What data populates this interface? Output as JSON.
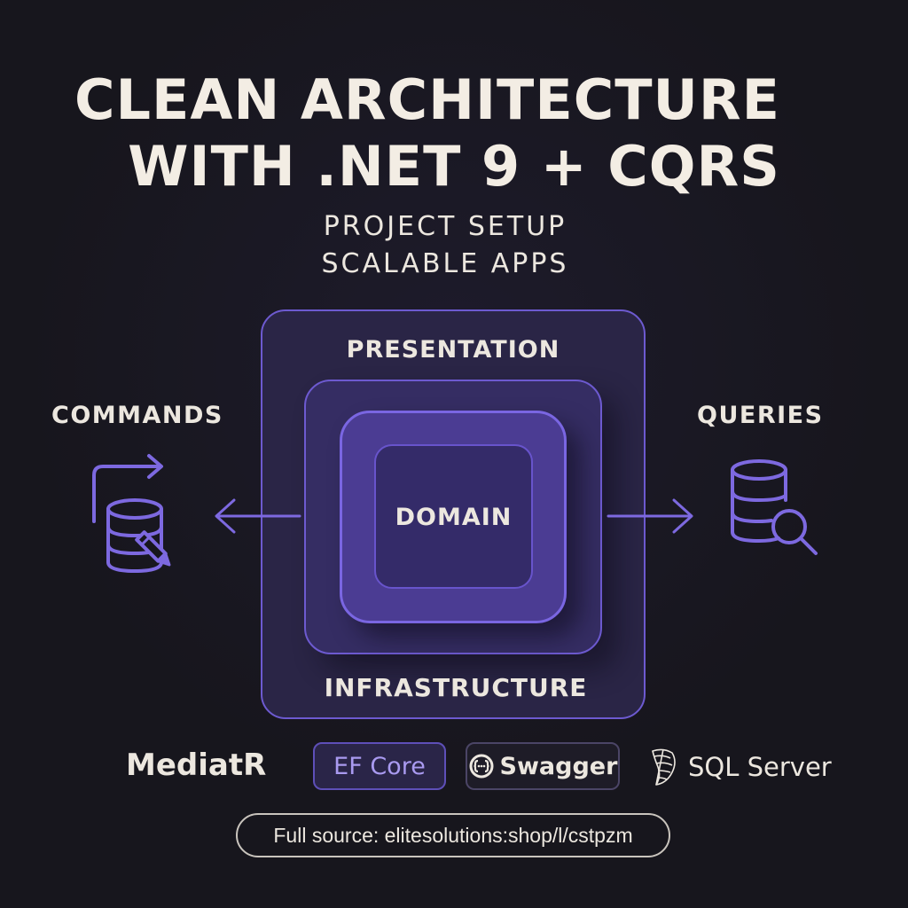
{
  "header": {
    "title_line1": "CLEAN ARCHITECTURE",
    "title_line2": "WITH .NET 9 + CQRS",
    "subtitle_line1": "PROJECT SETUP",
    "subtitle_line2": "SCALABLE APPS"
  },
  "diagram": {
    "outer_layer": "PRESENTATION",
    "bottom_layer": "INFRASTRUCTURE",
    "core_layer": "DOMAIN",
    "left_label": "COMMANDS",
    "right_label": "QUERIES",
    "left_icon": "database-edit-icon",
    "right_icon": "database-search-icon",
    "accent_color": "#6d5ad0"
  },
  "tech_stack": {
    "mediatr": "MediatR",
    "ef_core": "EF Core",
    "swagger": "Swagger",
    "sql_server": "SQL Server"
  },
  "footer": {
    "source_text": "Full source: elitesolutions:shop/l/cstpzm"
  }
}
